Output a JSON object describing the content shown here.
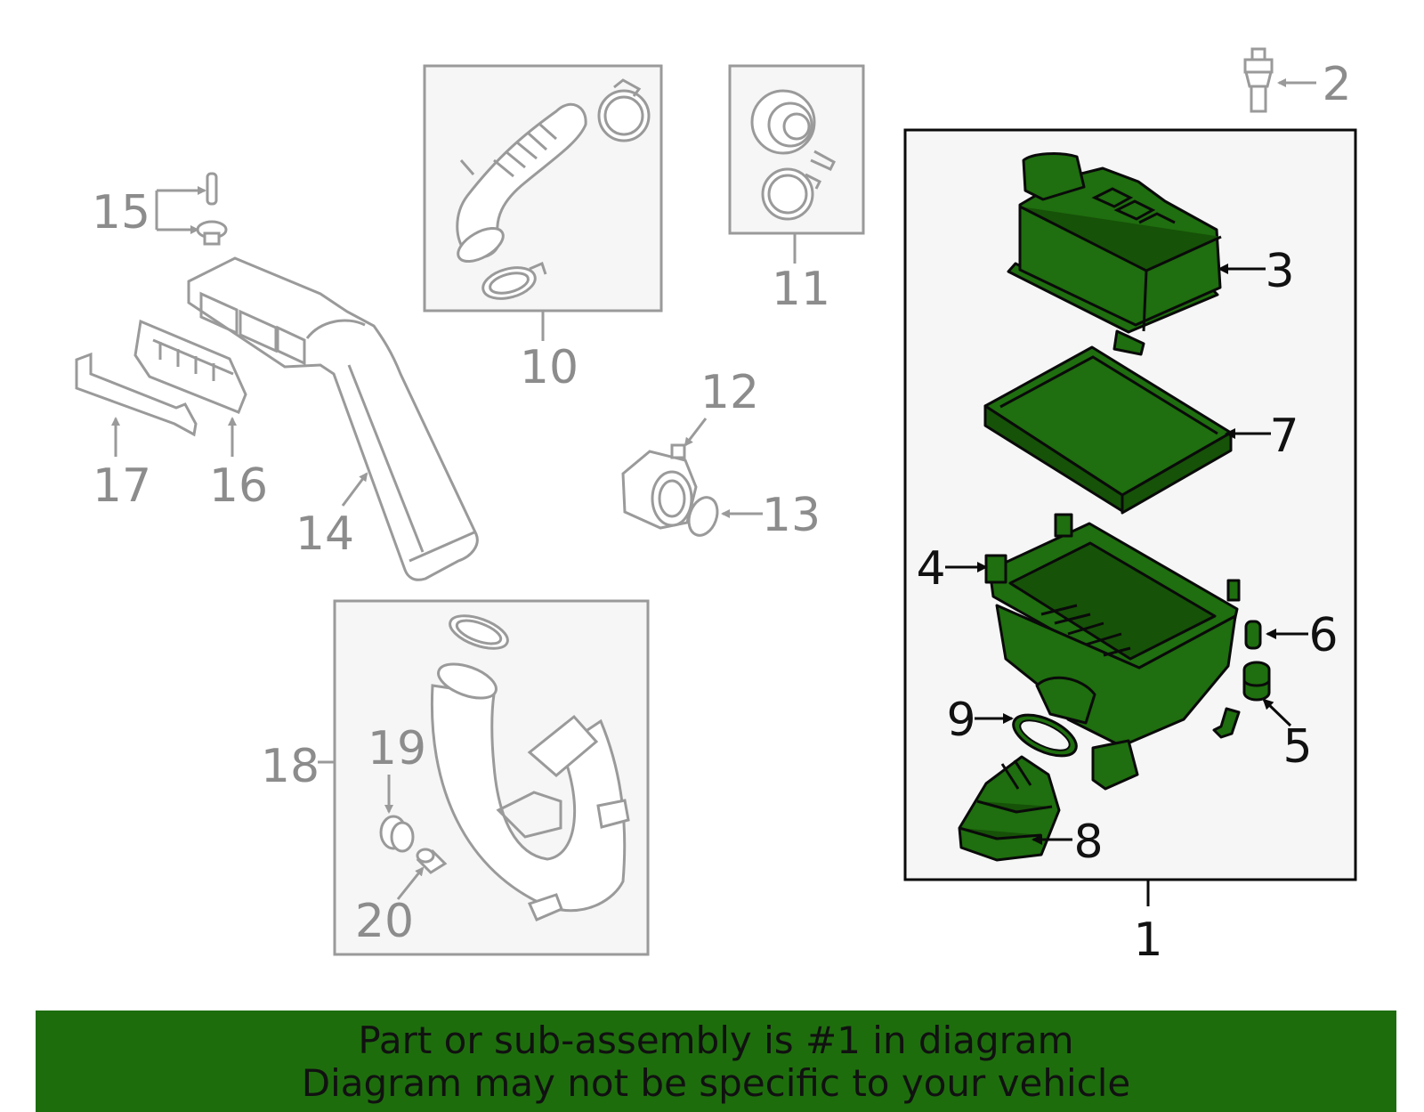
{
  "colors": {
    "highlight_green": "#1e6d0d",
    "box_fill": "#f6f6f6",
    "grey_line": "#9a9a9a",
    "label_grey": "#8c8c8c",
    "label_black": "#111111"
  },
  "callouts": {
    "c1": "1",
    "c2": "2",
    "c3": "3",
    "c4": "4",
    "c5": "5",
    "c6": "6",
    "c7": "7",
    "c8": "8",
    "c9": "9",
    "c10": "10",
    "c11": "11",
    "c12": "12",
    "c13": "13",
    "c14": "14",
    "c15": "15",
    "c16": "16",
    "c17": "17",
    "c18": "18",
    "c19": "19",
    "c20": "20"
  },
  "banner": {
    "line1": "Part or sub-assembly is #1 in diagram",
    "line2": "Diagram may not be specific to your vehicle"
  }
}
